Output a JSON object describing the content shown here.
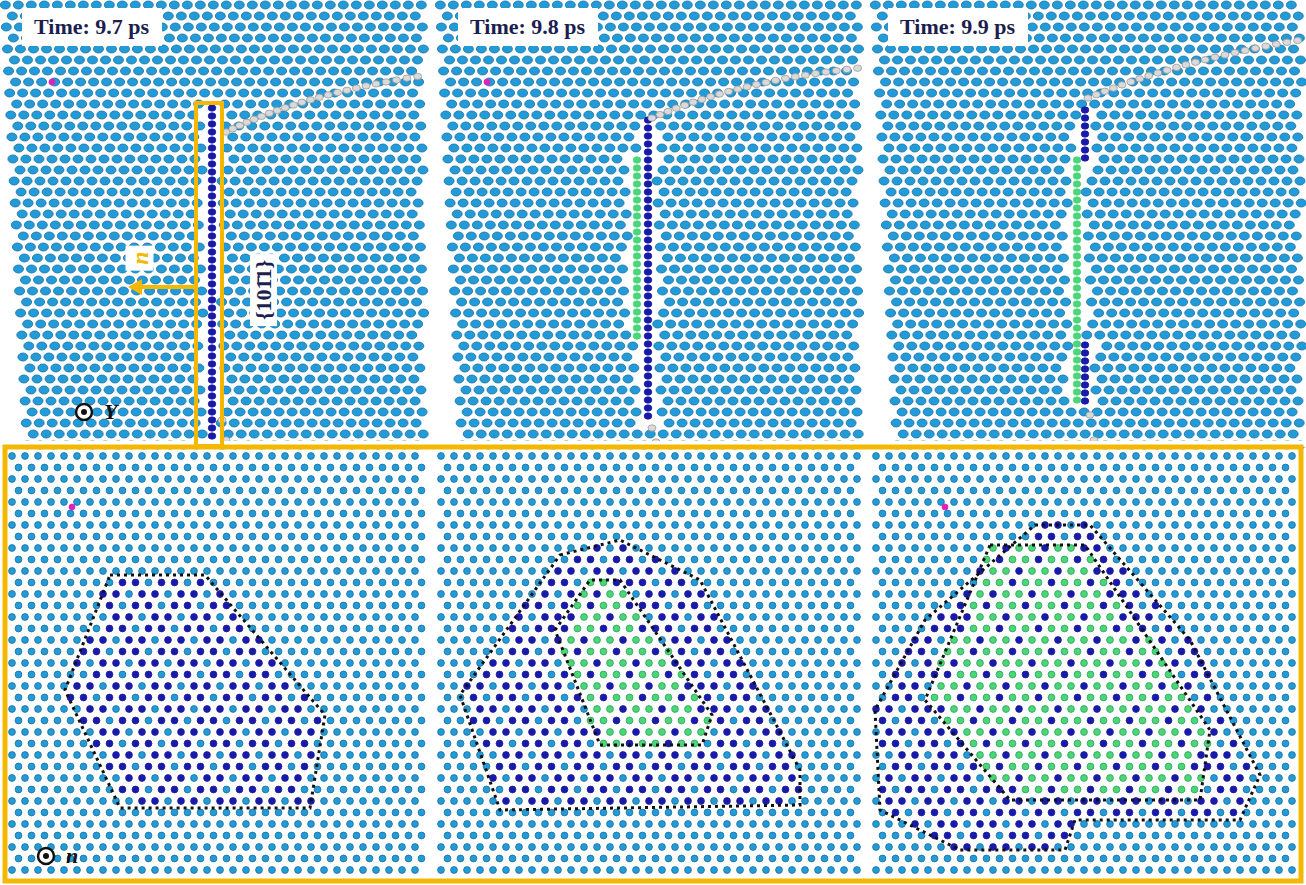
{
  "diagram": {
    "nodes": [
      {
        "text": [
          "Time: 9.7 ps"
        ]
      },
      {
        "text": [
          "Time: 9.8 ps"
        ]
      },
      {
        "text": [
          "Time: 9.9 ps"
        ]
      }
    ],
    "labels": [
      "n",
      "{101̄1}",
      "Y",
      "n"
    ]
  }
}
